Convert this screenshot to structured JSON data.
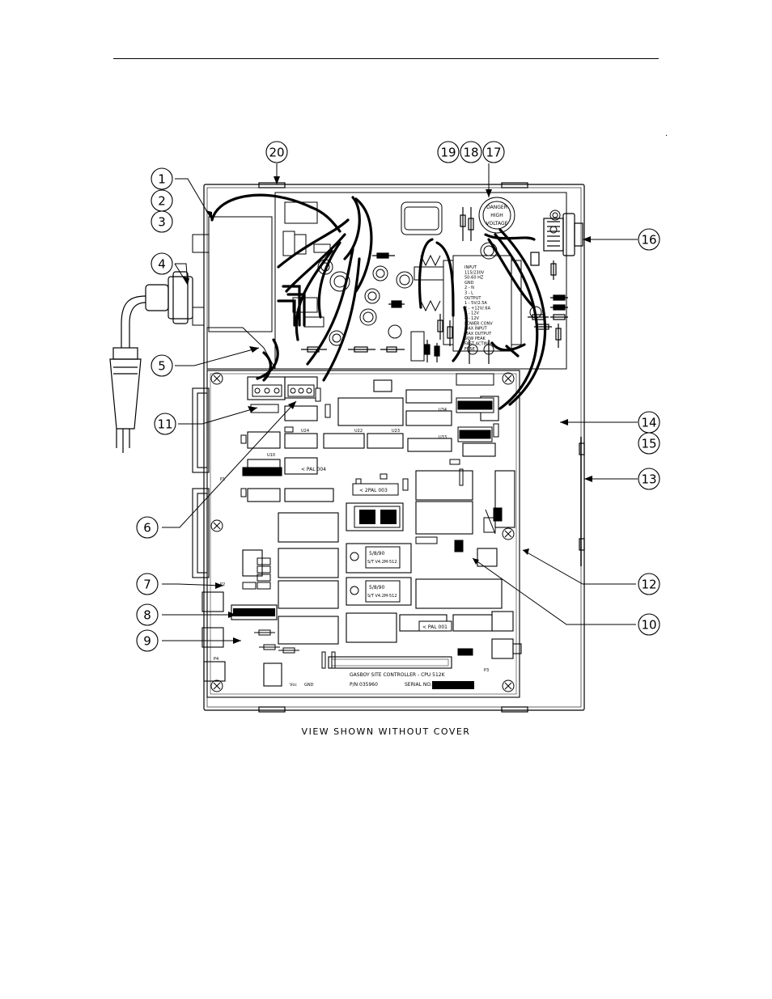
{
  "caption": "VIEW SHOWN WITHOUT COVER",
  "mark": ".",
  "board": {
    "title": "GASBOY SITE CONTROLLER - CPU 512K",
    "part_number": "P/N 035960",
    "serial_label": "SERIAL NO.",
    "vcc_label": "Vcc",
    "gnd_label": "GND"
  },
  "chips": {
    "pal_a": "< PAL 004",
    "pal_b": "< 2PAL 003",
    "pal_c": "< PAL 001",
    "eprom_a": "S/T V4.2M-512",
    "eprom_b": "S/T V4.2M-512",
    "date_a": "5/8/90",
    "date_b": "5/8/90"
  },
  "labels": {
    "u34": "U34",
    "u33": "U33",
    "u22": "U22",
    "u23": "U23",
    "u24": "U24",
    "u10": "U10",
    "p1": "P1",
    "p2": "P2",
    "p3": "P3",
    "p4": "P4"
  },
  "transformer_text": [
    "INPUT",
    "115/230V",
    "50-60 HZ",
    "GND",
    "2 - N",
    "3 - L",
    "OUTPUT",
    "1 - 5V/2.5A",
    "2 - +12V/.6A",
    "3 - 12V",
    "4 - 12V",
    "POWER CONV",
    "MAX INPUT",
    "MAX OUTPUT",
    "50W PEAK",
    "FAST ACTING",
    "FUSE"
  ],
  "danger_label": "DANGER",
  "high_label": "HIGH",
  "voltage_label": "VOLTAGE",
  "callouts": [
    "1",
    "2",
    "3",
    "4",
    "5",
    "6",
    "7",
    "8",
    "9",
    "10",
    "11",
    "12",
    "13",
    "14",
    "15",
    "16",
    "17",
    "18",
    "19",
    "20"
  ]
}
